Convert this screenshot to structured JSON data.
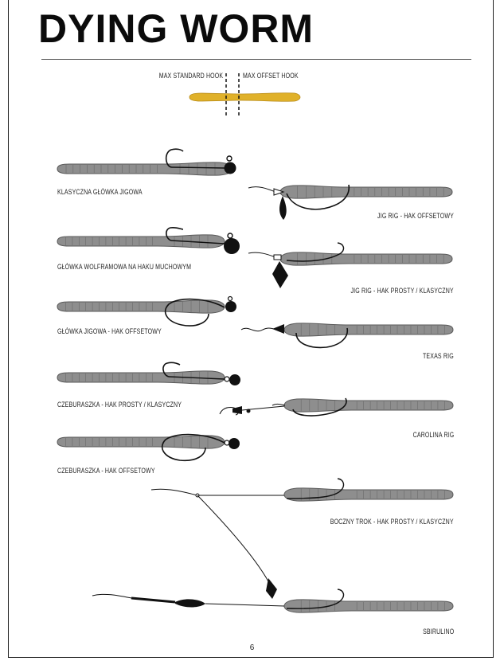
{
  "page": {
    "title": "DYING WORM",
    "page_number": "6"
  },
  "hook_guide": {
    "standard_label": "MAX STANDARD HOOK",
    "offset_label": "MAX OFFSET HOOK",
    "bait_color": "#e0b12a"
  },
  "rigs": [
    {
      "label": "KLASYCZNA GŁÓWKA JIGOWA"
    },
    {
      "label": "JIG RIG - HAK OFFSETOWY"
    },
    {
      "label": "GŁÓWKA WOLFRAMOWA NA HAKU MUCHOWYM"
    },
    {
      "label": "JIG RIG - HAK PROSTY / KLASYCZNY"
    },
    {
      "label": "GŁÓWKA JIGOWA - HAK OFFSETOWY"
    },
    {
      "label": "TEXAS RIG"
    },
    {
      "label": "CZEBURASZKA - HAK PROSTY / KLASYCZNY"
    },
    {
      "label": "CAROLINA RIG"
    },
    {
      "label": "CZEBURASZKA - HAK OFFSETOWY"
    },
    {
      "label": "BOCZNY TROK - HAK PROSTY / KLASYCZNY"
    },
    {
      "label": "SBIRULINO"
    }
  ],
  "colors": {
    "worm": "#8a8a8a",
    "worm_outline": "#5a5a5a",
    "line": "#111111"
  }
}
